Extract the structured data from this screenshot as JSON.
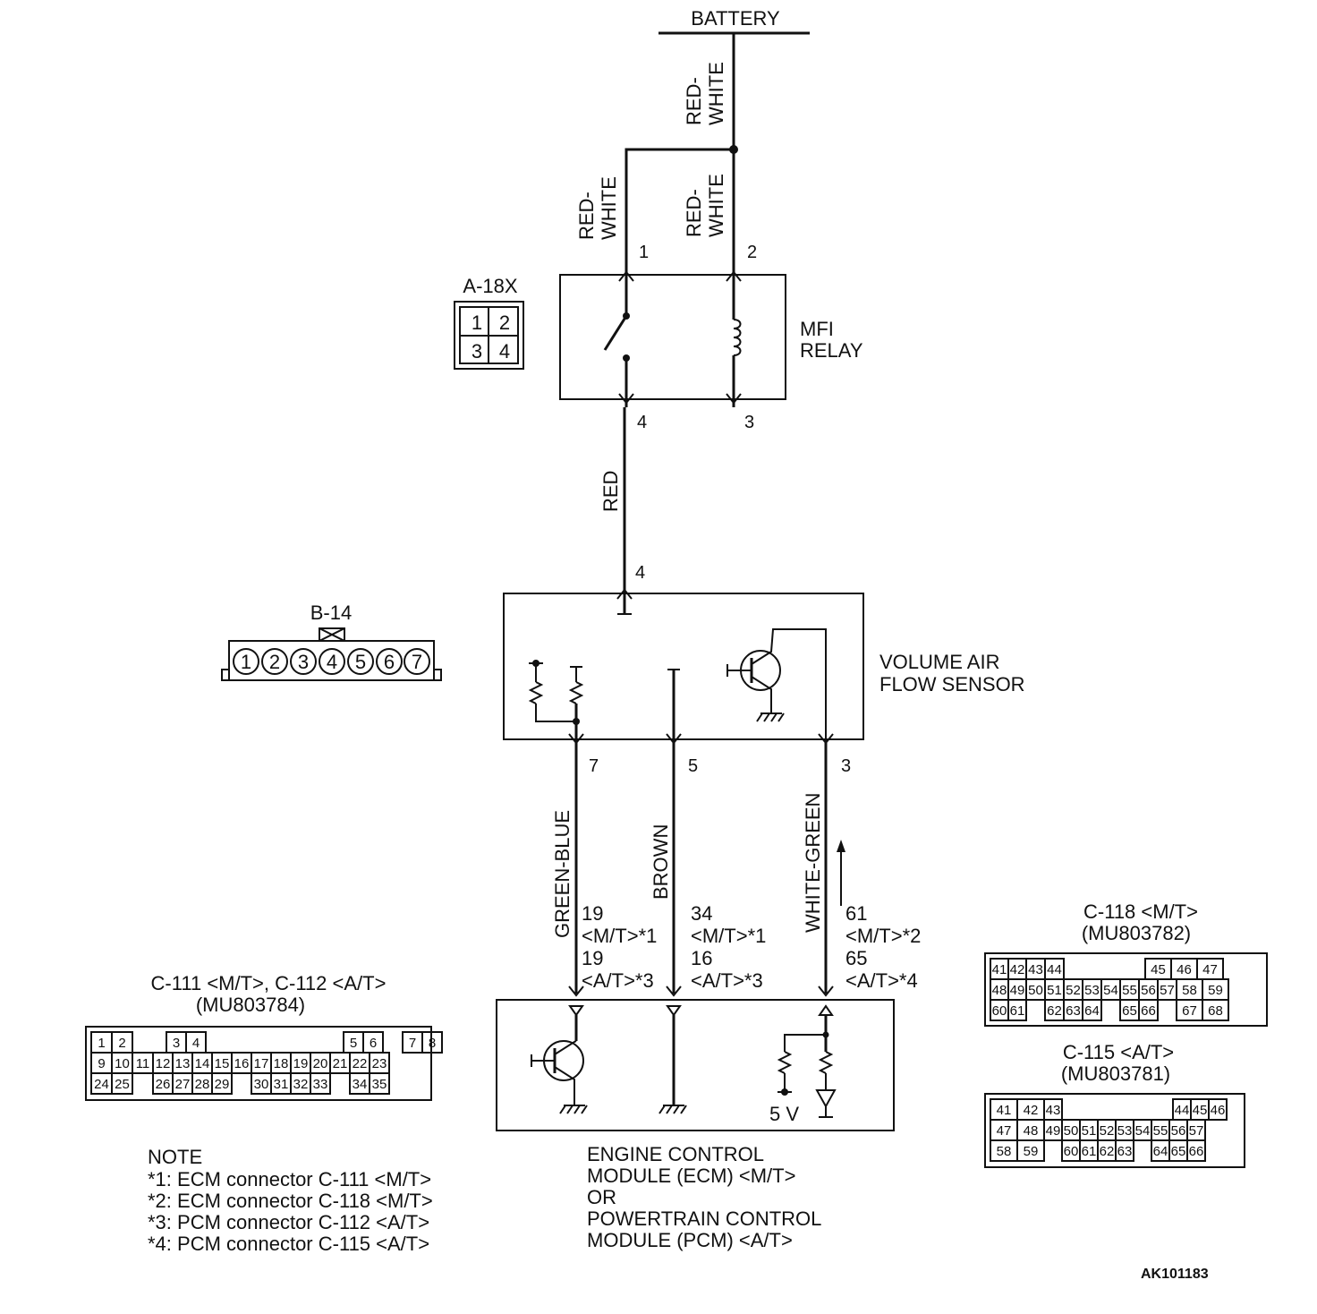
{
  "battery": {
    "label": "BATTERY"
  },
  "wires": {
    "battery_feed": "RED-\nWHITE",
    "relay_pin1": "RED-\nWHITE",
    "relay_pin2": "RED-\nWHITE",
    "relay_to_sensor": "RED",
    "sensor_pin7": "GREEN-BLUE",
    "sensor_pin5": "BROWN",
    "sensor_pin3": "WHITE-GREEN"
  },
  "relay": {
    "label_line1": "MFI",
    "label_line2": "RELAY",
    "pins": {
      "p1": "1",
      "p2": "2",
      "p3": "3",
      "p4": "4"
    }
  },
  "connector_a18x": {
    "title": "A-18X",
    "cells": [
      "1",
      "2",
      "3",
      "4"
    ]
  },
  "sensor": {
    "label_line1": "VOLUME AIR",
    "label_line2": "FLOW SENSOR",
    "pins": {
      "p4": "4",
      "p7": "7",
      "p5": "5",
      "p3": "3"
    }
  },
  "connector_b14": {
    "title": "B-14",
    "pins": [
      "1",
      "2",
      "3",
      "4",
      "5",
      "6",
      "7"
    ]
  },
  "ecm_terminals": {
    "col1": [
      "19",
      "<M/T>*1",
      "19",
      "<A/T>*3"
    ],
    "col2": [
      "34",
      "<M/T>*1",
      "16",
      "<A/T>*3"
    ],
    "col3": [
      "61",
      "<M/T>*2",
      "65",
      "<A/T>*4"
    ]
  },
  "ecm": {
    "supply_label": "5 V",
    "label_lines": [
      "ENGINE CONTROL",
      "MODULE (ECM) <M/T>",
      "OR",
      "POWERTRAIN CONTROL",
      "MODULE (PCM) <A/T>"
    ]
  },
  "connector_c111": {
    "title_line1": "C-111 <M/T>, C-112 <A/T>",
    "title_line2": "(MU803784)",
    "rows": [
      [
        "1",
        "2",
        "",
        "3",
        "4",
        "",
        "",
        "",
        "",
        "5",
        "6",
        "",
        "7",
        "8"
      ],
      [
        "9",
        "10",
        "11",
        "12",
        "13",
        "14",
        "15",
        "16",
        "17",
        "18",
        "19",
        "20",
        "21",
        "22",
        "23"
      ],
      [
        "24",
        "25",
        "",
        "26",
        "27",
        "28",
        "29",
        "",
        "30",
        "31",
        "32",
        "33",
        "",
        "34",
        "35"
      ]
    ]
  },
  "connector_c118": {
    "title_line1": "C-118 <M/T>",
    "title_line2": "(MU803782)",
    "rows": [
      [
        "41",
        "42",
        "43",
        "44",
        "",
        "",
        "",
        "",
        "45",
        "46",
        "47"
      ],
      [
        "48",
        "49",
        "50",
        "51",
        "52",
        "53",
        "54",
        "55",
        "56",
        "57",
        "58",
        "59"
      ],
      [
        "60",
        "61",
        "",
        "62",
        "63",
        "64",
        "",
        "65",
        "66",
        "",
        "67",
        "68"
      ]
    ]
  },
  "connector_c115": {
    "title_line1": "C-115 <A/T>",
    "title_line2": "(MU803781)",
    "rows": [
      [
        "41",
        "42",
        "43",
        "",
        "",
        "",
        "",
        "",
        "44",
        "45",
        "46"
      ],
      [
        "47",
        "48",
        "49",
        "50",
        "51",
        "52",
        "53",
        "54",
        "55",
        "56",
        "57"
      ],
      [
        "58",
        "59",
        "",
        "60",
        "61",
        "62",
        "63",
        "",
        "64",
        "65",
        "66"
      ]
    ]
  },
  "note": {
    "title": "NOTE",
    "lines": [
      "*1: ECM connector C-111 <M/T>",
      "*2: ECM connector C-118 <M/T>",
      "*3: PCM connector C-112 <A/T>",
      "*4: PCM connector C-115 <A/T>"
    ]
  },
  "figure_id": "AK101183"
}
